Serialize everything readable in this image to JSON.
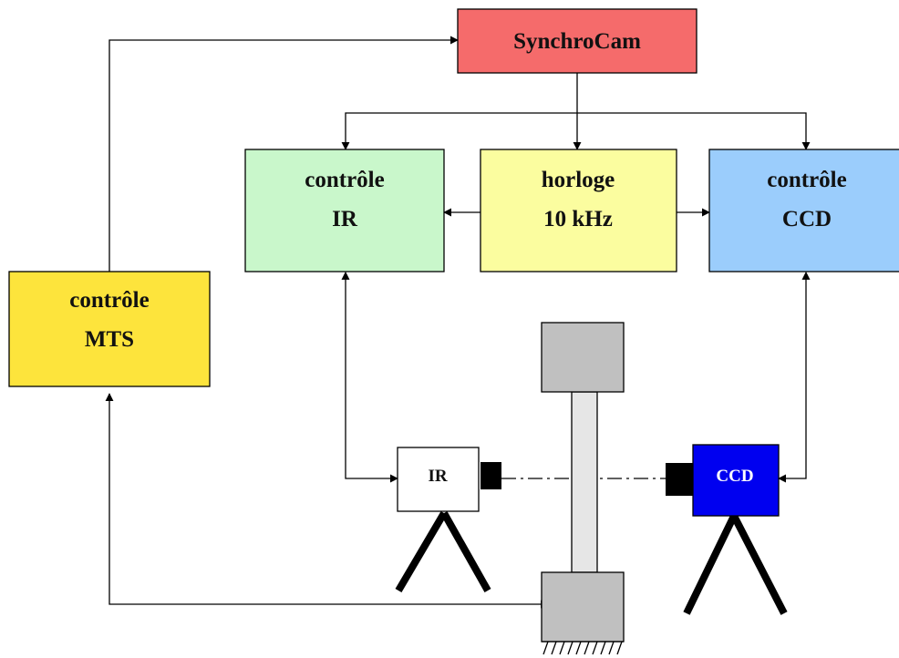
{
  "diagram": {
    "synchrocam": {
      "label": "SynchroCam",
      "color": "#f56b6b"
    },
    "controle_ir": {
      "line1": "contrôle",
      "line2": "IR",
      "color": "#c9f7cb"
    },
    "horloge": {
      "line1": "horloge",
      "line2": "10 kHz",
      "color": "#fbfd9f"
    },
    "controle_ccd": {
      "line1": "contrôle",
      "line2": "CCD",
      "color": "#9bcdfc"
    },
    "controle_mts": {
      "line1": "contrôle",
      "line2": "MTS",
      "color": "#fde43c"
    },
    "ir_camera": {
      "label": "IR",
      "color": "#ffffff"
    },
    "ccd_camera": {
      "label": "CCD",
      "color": "#0000f0"
    },
    "specimen": {
      "grip_color": "#c0c0c0",
      "bar_color": "#e6e6e6"
    }
  }
}
